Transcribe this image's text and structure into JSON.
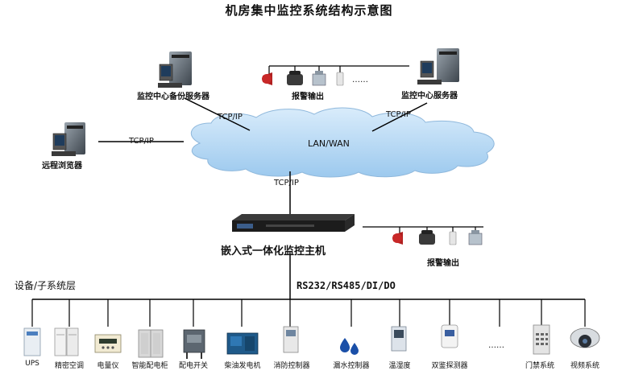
{
  "title": "机房集中监控系统结构示意图",
  "network": {
    "cloud_label": "LAN/WAN",
    "backup_server": "监控中心备份服务器",
    "main_server": "监控中心服务器",
    "remote_browser": "远程浏览器",
    "alarm_output_top": "报警输出",
    "alarm_output_bottom": "报警输出",
    "ellipsis_top": "……",
    "protocol_backup": "TCP/IP",
    "protocol_main": "TCP/IP",
    "protocol_remote": "TCP/IP",
    "protocol_host": "TCP/IP"
  },
  "host": {
    "label": "嵌入式一体化监控主机"
  },
  "bus": {
    "protocols": "RS232/RS485/DI/DO",
    "layer_label": "设备/子系统层",
    "ellipsis": "……"
  },
  "devices": [
    {
      "label": "UPS",
      "icon": "ups-icon"
    },
    {
      "label": "精密空调",
      "icon": "precision-ac-icon"
    },
    {
      "label": "电量仪",
      "icon": "power-meter-icon"
    },
    {
      "label": "智能配电柜",
      "icon": "distribution-cabinet-icon"
    },
    {
      "label": "配电开关",
      "icon": "power-switch-icon"
    },
    {
      "label": "柴油发电机",
      "icon": "diesel-generator-icon"
    },
    {
      "label": "消防控制器",
      "icon": "fire-controller-icon"
    },
    {
      "label": "漏水控制器",
      "icon": "water-leak-icon"
    },
    {
      "label": "温湿度",
      "icon": "temp-humidity-icon"
    },
    {
      "label": "双鉴探测器",
      "icon": "dual-detector-icon"
    },
    {
      "label": "门禁系统",
      "icon": "access-control-icon"
    },
    {
      "label": "视频系统",
      "icon": "video-camera-icon"
    }
  ]
}
